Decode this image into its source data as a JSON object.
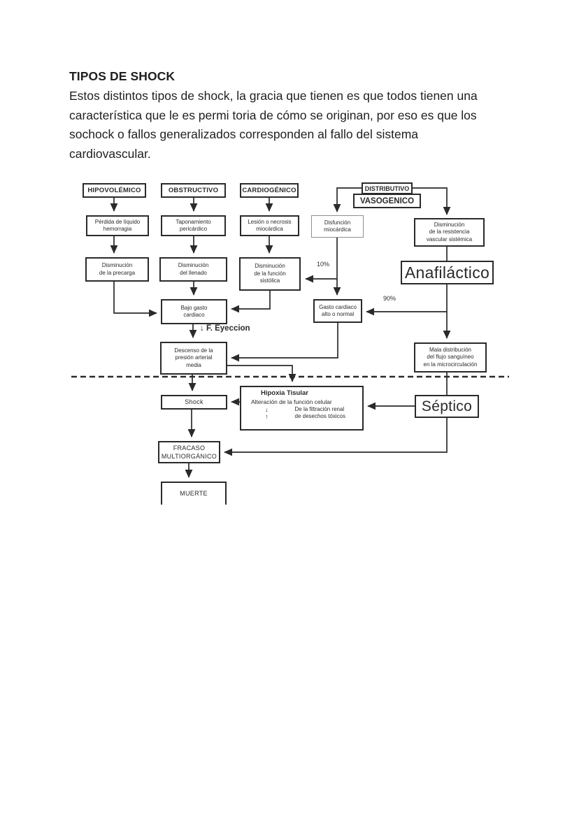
{
  "page": {
    "title": "TIPOS DE SHOCK",
    "paragraph_lines": [
      "Estos distintos tipos de shock, la gracia que tienen es que todos tienen una",
      "característica que le es permi toria de cómo se originan, por eso es que los",
      "sochock o fallos generalizados corresponden al fallo del sistema",
      "cardiovascular."
    ]
  },
  "diagram": {
    "boxes": {
      "hipovolemico": "HIPOVOLÉMICO",
      "obstructivo": "OBSTRUCTIVO",
      "cardiogenico": "CARDIOGÉNICO",
      "distributivo": "DISTRIBUTIVO",
      "vasogenico": "VASOGENICO",
      "perdida": "Pérdida de líquido\nhemorragia",
      "taponamiento": "Taponamiento\npericárdico",
      "lesion": "Lesión o necrosis\nmiocárdica",
      "disfuncion": "Disfunción\nmiocárdica",
      "resistencia": "Disminución\nde la resistencia\nvascular sistémica",
      "precarga": "Disminución\nde la precarga",
      "llenado": "Disminución\ndel llenado",
      "sistolica": "Disminución\nde la función\nsistólica",
      "anafilactico": "Anafiláctico",
      "bajo_gasto": "Bajo gasto\ncardiaco",
      "gasto_alto": "Gasto cardiaco\nalto o normal",
      "descenso": "Descenso de la\npresión arterial\nmedia",
      "mala_distribucion": "Mala distribución\ndel flujo sanguíneo\nen la microcirculación",
      "shock": "Shock",
      "septico": "Séptico",
      "fracaso": "FRACASO\nMULTIORGÁNICO",
      "muerte": "MUERTE"
    },
    "labels": {
      "pct10": "10%",
      "pct90": "90%",
      "f_eyeccion": "↓ F. Eyeccion"
    },
    "hipoxia": {
      "title": "Hipoxia Tisular",
      "alteracion": "Alteración de la función celular",
      "down_arrow": "↓",
      "up_arrow": "↑",
      "filtracion": "De la filtración renal\nde desechos tóxicos"
    },
    "colors": {
      "ink": "#2a2a2a",
      "gray_border": "#8f8f8f",
      "background": "#ffffff"
    }
  }
}
